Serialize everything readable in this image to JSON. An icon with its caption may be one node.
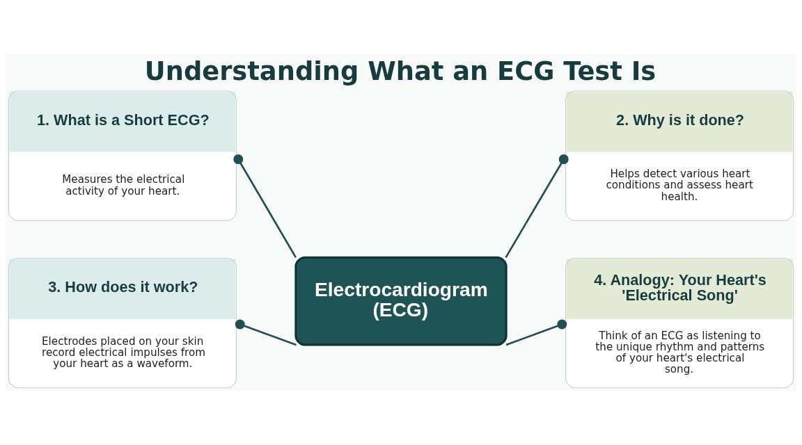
{
  "diagram": {
    "title": "Understanding What an ECG Test Is",
    "nodes": [
      {
        "text": [
          "1. What is a Short ECG?",
          "Measures the electrical activity of your heart."
        ]
      },
      {
        "text": [
          "2. Why is it done?",
          "Helps detect various heart conditions and assess heart health."
        ]
      },
      {
        "text": [
          "Electrocardiogram (ECG)"
        ]
      },
      {
        "text": [
          "3. How does it work?",
          "Electrodes placed on your skin record electrical impulses from your heart as a waveform."
        ]
      },
      {
        "text": [
          "4. Analogy: Your Heart's 'Electrical Song'",
          "Think of an ECG as listening to the unique rhythm and patterns of your heart's electrical song."
        ]
      }
    ],
    "edges": [
      {
        "from": 2,
        "to": 0,
        "arrow": "other"
      },
      {
        "from": 2,
        "to": 1,
        "arrow": "other"
      },
      {
        "from": 2,
        "to": 3,
        "arrow": "other"
      },
      {
        "from": 2,
        "to": 4,
        "arrow": "other"
      }
    ]
  }
}
